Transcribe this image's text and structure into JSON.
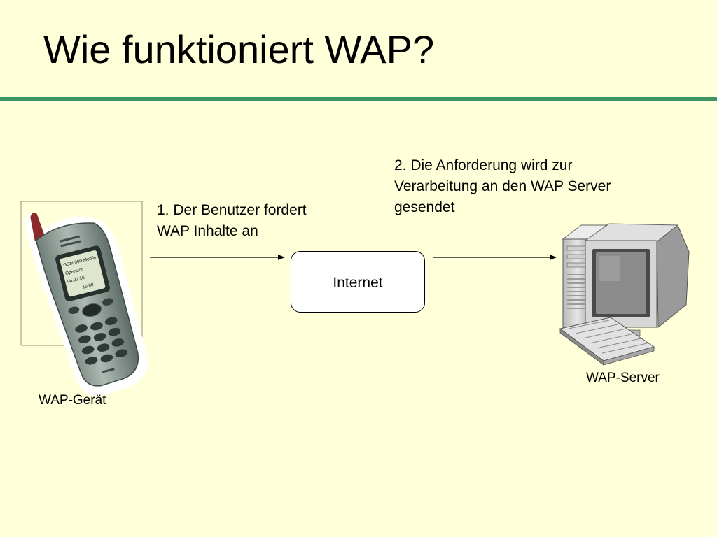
{
  "title": "Wie funktioniert WAP?",
  "steps": [
    {
      "lines": [
        "1. Der Benutzer fordert",
        "WAP Inhalte an"
      ]
    },
    {
      "lines": [
        "2. Die Anforderung wird zur",
        "Verarbeitung an den WAP Server",
        "gesendet"
      ]
    }
  ],
  "internet_label": "Internet",
  "phone": {
    "label": "WAP-Gerät",
    "screen_lines": [
      "GSM 900 Mobile",
      "Operator",
      "04.02.56",
      "15:08"
    ]
  },
  "server_label": "WAP-Server",
  "colors": {
    "background": "#ffffd9",
    "rule": "#3a9466"
  },
  "icons": [
    "mobile-phone-icon",
    "server-computer-icon"
  ]
}
